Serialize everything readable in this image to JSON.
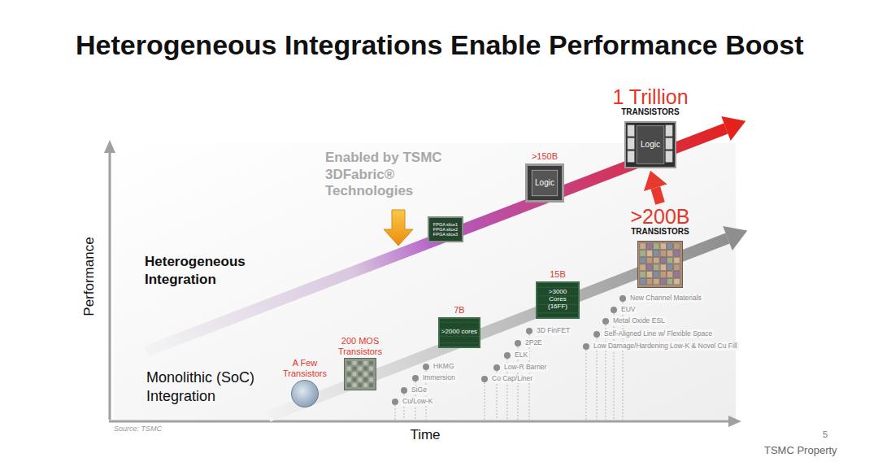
{
  "diagram": {
    "title": "Heterogeneous Integrations Enable Performance Boost",
    "nodes": [
      {
        "text": [
          "A Few Transistors"
        ]
      },
      {
        "text": [
          "200 MOS Transistors"
        ]
      },
      {
        "text": [
          "7B",
          ">2000 cores"
        ]
      },
      {
        "text": [
          "15B",
          ">3000 Cores (16FF)"
        ]
      },
      {
        "text": [
          "FPGA slice1",
          "FPGA slice2",
          "FPGA slice3"
        ]
      },
      {
        "text": [
          ">150B",
          "Logic"
        ]
      },
      {
        "text": [
          ">200B",
          "TRANSISTORS"
        ]
      },
      {
        "text": [
          "1 Trillion",
          "TRANSISTORS",
          "Logic"
        ]
      }
    ],
    "edges": [
      {
        "from": 6,
        "to": 7,
        "arrow": "to"
      }
    ],
    "labels": [
      "Enabled by TSMC 3DFabric® Technologies",
      "Heterogeneous Integration",
      "Monolithic (SoC) Integration",
      "Performance",
      "Time",
      "Source: TSMC",
      "5",
      "TSMC Property",
      "Cu/Low-K",
      "SiGe",
      "Immersion",
      "HKMG",
      "Co Cap/Liner",
      "Low-R Barrier",
      "ELK",
      "2P2E",
      "3D FinFET",
      "Low Damage/Hardening Low-K & Novel Cu Fill",
      "Self-Aligned Line w/ Flexible Space",
      "Metal Oxide ESL",
      "EUV",
      "New Channel Materials"
    ]
  }
}
